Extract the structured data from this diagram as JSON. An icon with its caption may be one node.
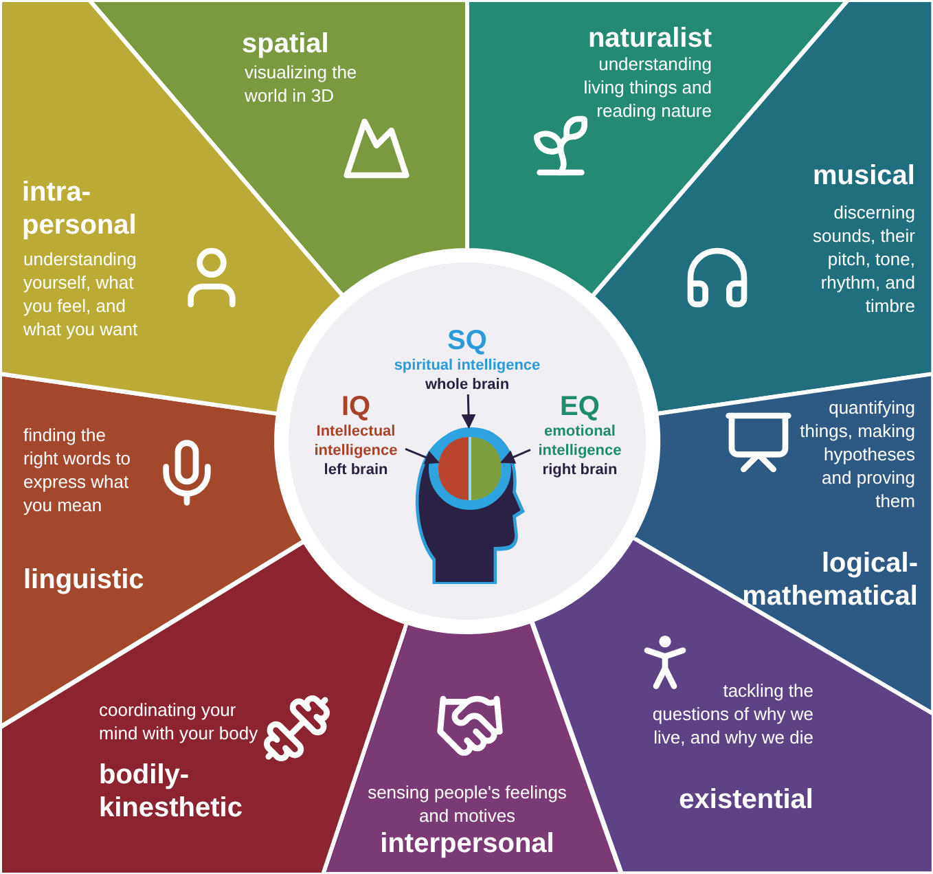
{
  "diagram": {
    "nodes": [
      {
        "text": [
          "spatial",
          "visualizing the world in 3D"
        ]
      },
      {
        "text": [
          "naturalist",
          "understanding living things and reading nature"
        ]
      },
      {
        "text": [
          "musical",
          "discerning sounds, their pitch, tone, rhythm, and timbre"
        ]
      },
      {
        "text": [
          "quantifying things, making hypotheses and proving them",
          "logical-mathematical"
        ]
      },
      {
        "text": [
          "tackling the questions of why we live, and why we die",
          "existential"
        ]
      },
      {
        "text": [
          "sensing people's feelings and motives",
          "interpersonal"
        ]
      },
      {
        "text": [
          "coordinating your mind with your body",
          "bodily-kinesthetic"
        ]
      },
      {
        "text": [
          "finding the right words to express what you mean",
          "linguistic"
        ]
      },
      {
        "text": [
          "intra-personal",
          "understanding yourself, what you feel, and what you want"
        ]
      },
      {
        "text": [],
        "shape": "circle"
      },
      {
        "text": [
          "SQ",
          "spiritual intelligence",
          "whole brain"
        ],
        "in": 9
      },
      {
        "text": [
          "IQ",
          "Intellectual intelligence",
          "left brain"
        ],
        "in": 9
      },
      {
        "text": [
          "EQ",
          "emotional intelligence",
          "right brain"
        ],
        "in": 9
      },
      {
        "text": [],
        "shape": "picture",
        "in": 9
      },
      {
        "text": [],
        "shape": "circle",
        "in": 13
      },
      {
        "text": [],
        "shape": "semicircle",
        "in": 14
      },
      {
        "text": [],
        "shape": "semicircle",
        "in": 14
      }
    ],
    "edges": [
      {
        "from": 10,
        "to": 14,
        "arrow": "to"
      },
      {
        "from": 11,
        "to": 15,
        "arrow": "to"
      },
      {
        "from": 12,
        "to": 16,
        "arrow": "to"
      }
    ]
  }
}
